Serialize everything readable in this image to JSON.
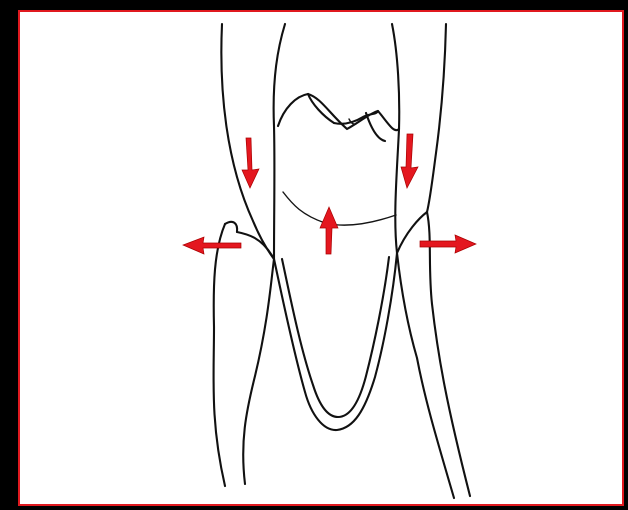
{
  "colors": {
    "background": "#000000",
    "panel": "#ffffff",
    "border": "#e0191f",
    "line": "#111111",
    "arrow": "#e4171f"
  },
  "diagram": {
    "arrows": [
      {
        "name": "left-down-arrow",
        "direction": "down"
      },
      {
        "name": "right-down-arrow",
        "direction": "down"
      },
      {
        "name": "center-up-arrow",
        "direction": "up"
      },
      {
        "name": "left-outward-arrow",
        "direction": "left"
      },
      {
        "name": "right-outward-arrow",
        "direction": "right"
      }
    ]
  }
}
